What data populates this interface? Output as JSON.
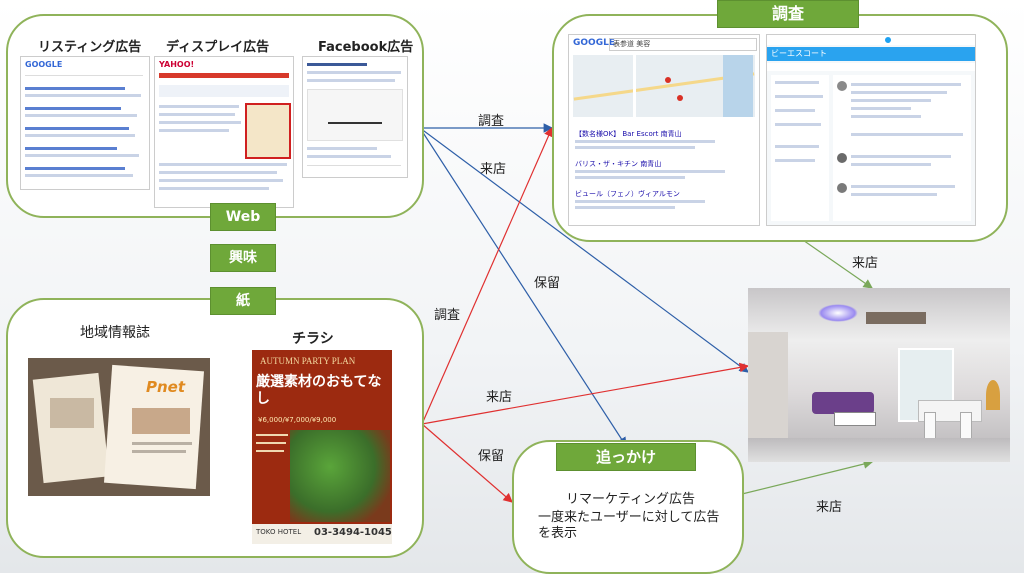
{
  "web_box": {
    "tag": "Web",
    "interest_tag": "興味",
    "listing_title": "リスティング広告",
    "display_title": "ディスプレイ広告",
    "facebook_title": "Facebook広告"
  },
  "paper_box": {
    "tag": "紙",
    "local_title": "地域情報誌",
    "flyer_title": "チラシ",
    "flyer": {
      "headline": "AUTUMN PARTY PLAN",
      "copy": "厳選素材のおもてなし",
      "price": "¥6,000/¥7,000/¥9,000",
      "phone": "03-3494-1045",
      "hotel": "TOKO HOTEL"
    },
    "magazine_logo": "Pnet"
  },
  "research_box": {
    "tag": "調査",
    "google_logo": "GOOGLE",
    "search_query": "表参道 美容",
    "result_1": "【数名様OK】 Bar Escort 南青山",
    "result_2": "バリス・ザ・キチン 南青山",
    "result_3": "ビュール（フェノ）ヴィアルモン",
    "twitter_header": "ビーエスコート"
  },
  "followup_box": {
    "tag": "追っかけ",
    "line1": "リマーケティング広告",
    "line2": "一度来たユーザーに対して広告",
    "line3": "を表示"
  },
  "arrow_labels": {
    "web_research": "調査",
    "web_visit": "来店",
    "web_hold": "保留",
    "paper_research": "調査",
    "paper_visit": "来店",
    "paper_hold": "保留",
    "research_visit": "来店",
    "followup_visit": "来店"
  },
  "colors": {
    "frame_green": "#8fb35a",
    "tag_green": "#6fa83a",
    "arrow_blue": "#2e5fa8",
    "arrow_red": "#e03030",
    "arrow_green": "#7aa85a"
  }
}
